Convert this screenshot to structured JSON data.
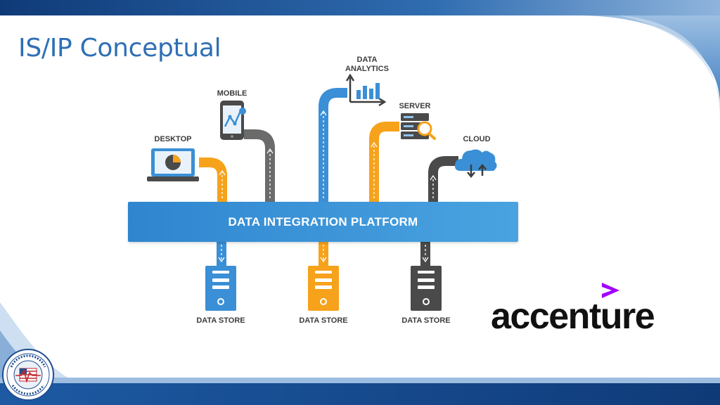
{
  "slide": {
    "title": "IS/IP Conceptual",
    "platform_label": "DATA INTEGRATION PLATFORM",
    "sources": [
      {
        "label": "DESKTOP",
        "icon": "desktop-pie-chart-icon",
        "color": "#f7a21b"
      },
      {
        "label": "MOBILE",
        "icon": "mobile-phone-icon",
        "color": "#6b6b6b"
      },
      {
        "label": "DATA\nANALYTICS",
        "icon": "bar-chart-icon",
        "color": "#3a8fd6"
      },
      {
        "label": "SERVER",
        "icon": "server-search-icon",
        "color": "#f7a21b"
      },
      {
        "label": "CLOUD",
        "icon": "cloud-transfer-icon",
        "color": "#4a4a4a"
      }
    ],
    "stores": [
      {
        "label": "DATA STORE",
        "color": "#3a8fd6"
      },
      {
        "label": "DATA STORE",
        "color": "#f7a21b"
      },
      {
        "label": "DATA STORE",
        "color": "#4a4a4a"
      }
    ],
    "brand": {
      "name": "accenture",
      "accent_color": "#a100ff"
    },
    "logo": {
      "name": "agency-seal-logo"
    }
  }
}
